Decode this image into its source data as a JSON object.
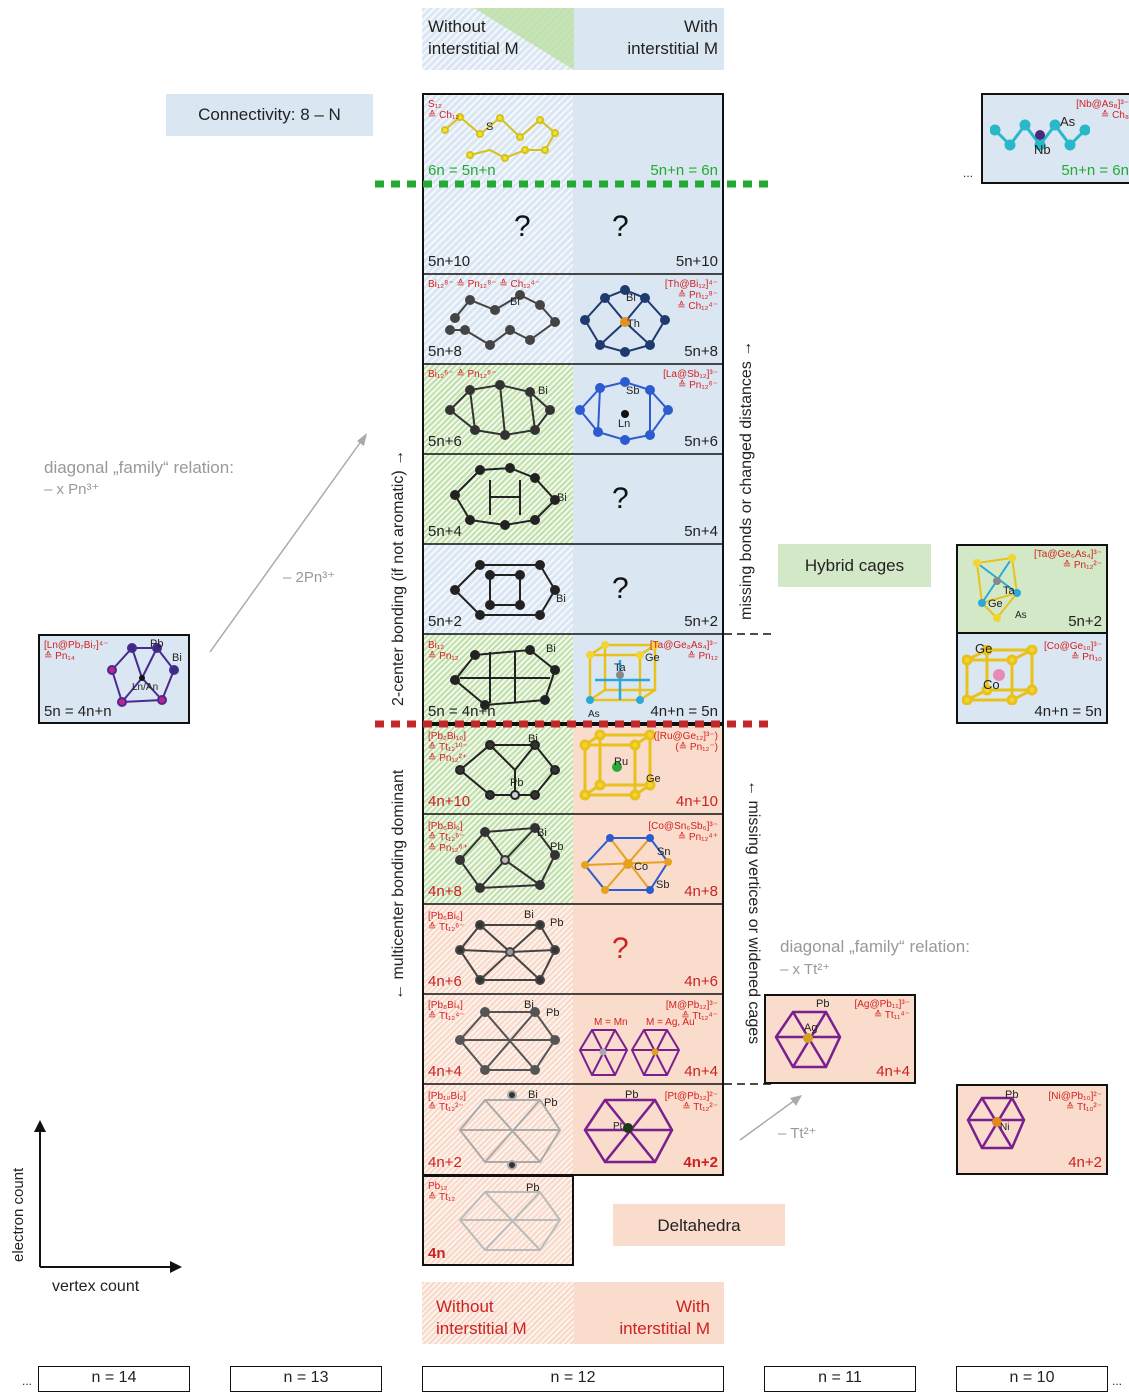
{
  "header_top": {
    "left": "Without\ninterstitial M",
    "right": "With\ninterstitial M"
  },
  "header_bottom": {
    "left": "Without\ninterstitial M",
    "right": "With\ninterstitial M"
  },
  "connectivity": "Connectivity: 8 – N",
  "hybrid_cages": "Hybrid cages",
  "deltahedra": "Deltahedra",
  "diag_top": {
    "line1": "diagonal „family“ relation:",
    "line2": "– x Pn³⁺"
  },
  "diag_bottom": {
    "line1": "diagonal „family“ relation:",
    "line2": "– x Tt²⁺"
  },
  "minus_2pn": "– 2Pn³⁺",
  "minus_tt": "– Tt²⁺",
  "axis": {
    "y": "electron count",
    "x": "vertex count"
  },
  "vertical_labels": {
    "two_center": "2-center bonding (if not aromatic) →",
    "multicenter": "← multicenter bonding dominant",
    "missing_bonds": "missing bonds or changed distances →",
    "missing_vertices": "← missing vertices or widened cages"
  },
  "rows": [
    {
      "id": "6n",
      "left_formula": "S₁₂\n≙ Ch₁₂",
      "left_atom": "S",
      "left_count": "6n = 5n+n",
      "right_count": "5n+n = 6n"
    },
    {
      "id": "5n10",
      "left_q": "?",
      "right_q": "?",
      "left_count": "5n+10",
      "right_count": "5n+10"
    },
    {
      "id": "5n8",
      "left_formula": "Bi₁₂⁸⁻ ≙ Pn₁₂⁸⁻ ≙ Ch₁₂⁴⁻",
      "left_atom": "Bi",
      "right_formula": "[Th@Bi₁₂]⁴⁻\n≙ Pn₁₂⁸⁻\n≙ Ch₁₂⁴⁻",
      "right_atom1": "Bi",
      "right_atom2": "Th",
      "left_count": "5n+8",
      "right_count": "5n+8"
    },
    {
      "id": "5n6",
      "left_formula": "Bi₁₂⁶⁻ ≙ Pn₁₂⁶⁻",
      "left_atom": "Bi",
      "right_formula": "[La@Sb₁₂]³⁻\n≙ Pn₁₂⁶⁻",
      "right_atom1": "Sb",
      "right_atom2": "Ln",
      "left_count": "5n+6",
      "right_count": "5n+6"
    },
    {
      "id": "5n4",
      "left_atom": "Bi",
      "right_q": "?",
      "left_count": "5n+4",
      "right_count": "5n+4"
    },
    {
      "id": "5n2",
      "left_atom": "Bi",
      "right_q": "?",
      "left_count": "5n+2",
      "right_count": "5n+2"
    },
    {
      "id": "5n",
      "left_formula": "Bi₁₂\n≙ Pn₁₂",
      "left_atom": "Bi",
      "right_formula": "[Ta@Ge₈As₄]³⁻\n≙ Pn₁₂",
      "right_atom1": "Ge",
      "right_atom2": "Ta",
      "right_atom3": "As",
      "left_count": "5n = 4n+n",
      "right_count": "4n+n = 5n"
    },
    {
      "id": "4n10",
      "left_formula": "[Pb₂Bi₁₀]\n≙ Tt₁₂¹⁰⁻\n≙ Pn₁₂²⁺",
      "left_atom1": "Bi",
      "left_atom2": "Pb",
      "right_formula": "([Ru@Ge₁₂]³⁻)\n(≙ Pn₁₂⁻)",
      "right_atom1": "Ru",
      "right_atom2": "Ge",
      "left_count": "4n+10",
      "right_count": "4n+10"
    },
    {
      "id": "4n8",
      "left_formula": "[Pb₆Bi₆]\n≙ Tt₁₂⁶⁻\n≙ Pn₁₂⁶⁺",
      "left_atom1": "Bi",
      "left_atom2": "Pb",
      "right_formula": "[Co@Sn₆Sb₆]³⁻\n≙ Pn₁₂⁴⁺",
      "right_atom1": "Sn",
      "right_atom2": "Co",
      "right_atom3": "Sb",
      "left_count": "4n+8",
      "right_count": "4n+8"
    },
    {
      "id": "4n6",
      "left_formula": "[Pb₆Bi₆]\n≙ Tt₁₂⁶⁻",
      "left_atom1": "Bi",
      "left_atom2": "Pb",
      "right_q": "?",
      "left_count": "4n+6",
      "right_count": "4n+6"
    },
    {
      "id": "4n4",
      "left_formula": "[Pb₈Bi₄]\n≙ Tt₁₂⁴⁻",
      "left_atom1": "Bi",
      "left_atom2": "Pb",
      "right_formula": "[M@Pb₁₂]³⁻\n≙ Tt₁₂⁴⁻",
      "right_m1": "M = Mn",
      "right_m2": "M = Ag, Au",
      "left_count": "4n+4",
      "right_count": "4n+4"
    },
    {
      "id": "4n2",
      "left_formula": "[Pb₁₀Bi₂]\n≙ Tt₁₂²⁻",
      "left_atom1": "Bi",
      "left_atom2": "Pb",
      "right_formula": "[Pt@Pb₁₂]²⁻\n≙ Tt₁₂²⁻",
      "right_atom1": "Pb",
      "right_atom2": "Pt",
      "left_count": "4n+2",
      "right_count": "4n+2"
    },
    {
      "id": "4n",
      "left_formula": "Pb₁₂\n≙ Tt₁₂",
      "left_atom": "Pb",
      "left_count": "4n"
    }
  ],
  "side": {
    "nb": {
      "formula": "[Nb@As₈]³⁻\n≙ Ch₈",
      "atom1": "As",
      "atom2": "Nb",
      "count": "5n+n = 6n",
      "ellipsis": "..."
    },
    "ln": {
      "formula": "[Ln@Pb₇Bi₇]⁴⁻\n≙ Pn₁₄",
      "atom1": "Pb",
      "atom2": "Bi",
      "atom3": "Ln/An",
      "count": "5n = 4n+n"
    },
    "ta": {
      "formula": "[Ta@Ge₆As₄]³⁻\n≙ Pn₁₂²⁻",
      "atom1": "Ta",
      "atom2": "Ge",
      "atom3": "As",
      "count": "5n+2"
    },
    "co": {
      "formula": "[Co@Ge₁₀]³⁻\n≙ Pn₁₀",
      "atom1": "Ge",
      "atom2": "Co",
      "count": "4n+n = 5n"
    },
    "ag": {
      "formula": "[Ag@Pb₁₁]³⁻\n≙ Tt₁₁⁴⁻",
      "atom1": "Pb",
      "atom2": "Ag",
      "count": "4n+4"
    },
    "ni": {
      "formula": "[Ni@Pb₁₀]²⁻\n≙ Tt₁₀²⁻",
      "atom1": "Pb",
      "atom2": "Ni",
      "count": "4n+2"
    }
  },
  "n_labels": [
    "n = 14",
    "n = 13",
    "n = 12",
    "n = 11",
    "n = 10"
  ],
  "ellipsis": "...",
  "colors": {
    "blue": "#dae6f2",
    "pink": "#f9dccb",
    "green": "#d3e8c6",
    "red_dot": "#c0282a",
    "green_dot": "#22aa33"
  }
}
